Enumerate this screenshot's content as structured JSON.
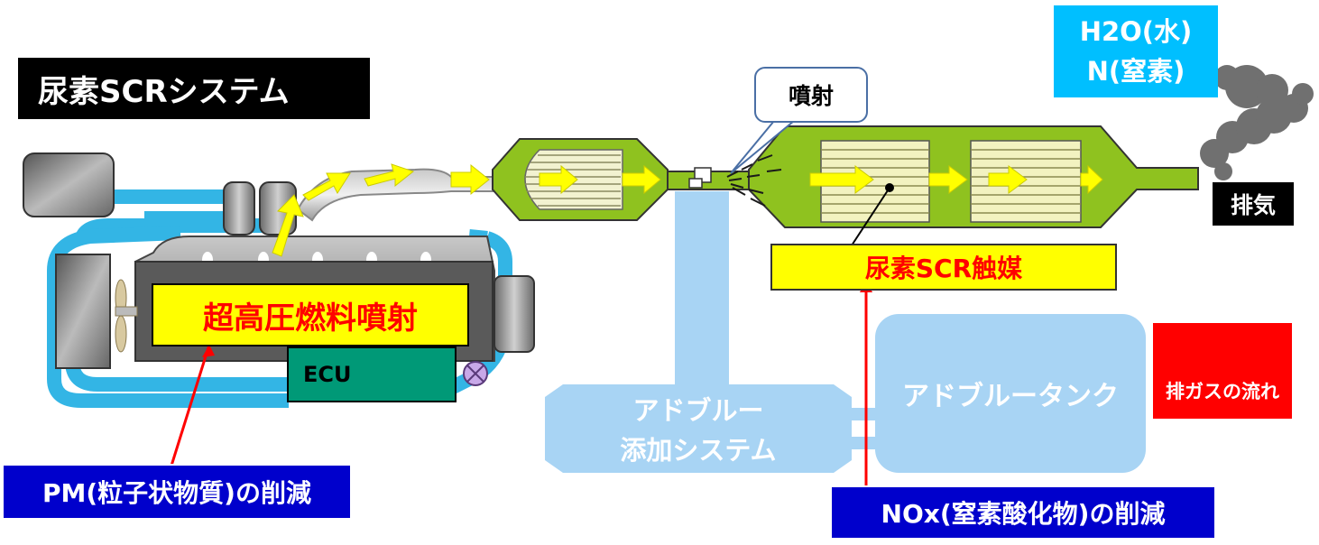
{
  "title": "尿素SCRシステム",
  "products": {
    "line1": "H2O(水)",
    "line2": "N(窒素)"
  },
  "exhaust_label": "排気",
  "spray_label": "噴射",
  "scr_catalyst_label": "尿素SCR触媒",
  "fuel_injection_label": "超高圧燃料噴射",
  "ecu_label": "ECU",
  "adblue_tank_label": "アドブルータンク",
  "adblue_system": {
    "line1": "アドブルー",
    "line2": "添加システム"
  },
  "legend_label": "排ガスの流れ",
  "pm_reduction_label": "PM(粒子状物質)の削減",
  "nox_reduction_label": "NOx(窒素酸化物)の削減",
  "colors": {
    "exhaust_flow_arrow": "#ffff00",
    "catalyst_body": "#8fc21f",
    "coolant_pipe": "#33b5e5",
    "adblue": "#a8d4f4",
    "reduction_box": "#0000cc",
    "leader_line": "#ff0000"
  }
}
